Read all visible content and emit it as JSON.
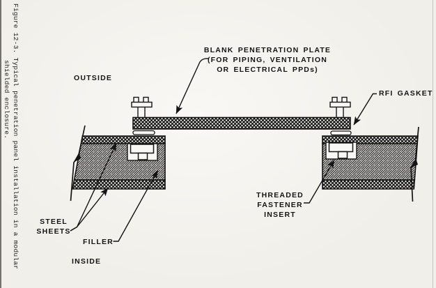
{
  "caption": {
    "line1": "Figure 12-3.  Typical penetration panel installation in a modular",
    "line2": "shielded enclosure."
  },
  "labels": {
    "outside": "OUTSIDE",
    "inside": "INSIDE",
    "blank_plate": [
      "BLANK PENETRATION PLATE",
      "(FOR PIPING, VENTILATION",
      "OR ELECTRICAL PPDs)"
    ],
    "rfi_gasket": "RFI GASKET",
    "threaded_fastener_insert": [
      "THREADED",
      "FASTENER",
      "INSERT"
    ],
    "steel_sheets": [
      "STEEL",
      "SHEETS"
    ],
    "filler": "FILLER"
  },
  "colors": {
    "ink": "#1b1b1b",
    "paper": "#f1efe9",
    "hatch_fill": "#f8f7f3"
  }
}
